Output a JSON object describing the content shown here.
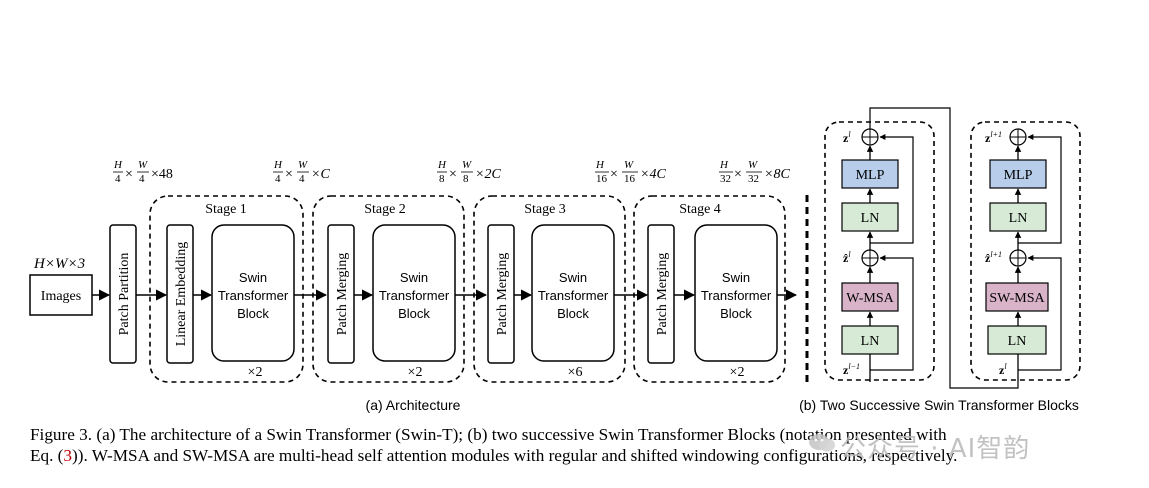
{
  "figure": {
    "dims": [
      {
        "h": "H",
        "w": "W",
        "d": "4",
        "tail": "×48"
      },
      {
        "h": "H",
        "w": "W",
        "d": "4",
        "tail": "×C"
      },
      {
        "h": "H",
        "w": "W",
        "d": "8",
        "tail": "×2C"
      },
      {
        "h": "H",
        "w": "W",
        "d": "16",
        "tail": "×4C"
      },
      {
        "h": "H",
        "w": "W",
        "d": "32",
        "tail": "×8C"
      }
    ],
    "input_dims": "H×W×3",
    "images_label": "Images",
    "patch_partition": "Patch Partition",
    "linear_embedding": "Linear Embedding",
    "patch_merging": "Patch Merging",
    "swin_block": [
      "Swin",
      "Transformer",
      "Block"
    ],
    "stages": [
      {
        "label": "Stage 1",
        "repeat": "×2"
      },
      {
        "label": "Stage 2",
        "repeat": "×2"
      },
      {
        "label": "Stage 3",
        "repeat": "×6"
      },
      {
        "label": "Stage 4",
        "repeat": "×2"
      }
    ],
    "sub_a": "(a) Architecture",
    "sub_b": "(b) Two Successive Swin Transformer Blocks",
    "block_left": {
      "mlp": "MLP",
      "ln": "LN",
      "msa": "W-MSA",
      "z_out": "z",
      "z_out_sup": "l",
      "z_mid": "ẑ",
      "z_mid_sup": "l",
      "z_in": "z",
      "z_in_sup": "l−1"
    },
    "block_right": {
      "mlp": "MLP",
      "ln": "LN",
      "msa": "SW-MSA",
      "z_out": "z",
      "z_out_sup": "l+1",
      "z_mid": "ẑ",
      "z_mid_sup": "l+1",
      "z_in": "z",
      "z_in_sup": "l"
    },
    "colors": {
      "mlp": "#b7cdea",
      "ln": "#d6ead6",
      "wmsa": "#d9b4c9",
      "swmsa": "#d9b4c9",
      "ref": "#c00000"
    }
  },
  "caption": {
    "part1": "Figure 3. (a) The architecture of a Swin Transformer (Swin-T); (b) two successive Swin Transformer Blocks (notation presented with",
    "part2": "Eq. (",
    "ref": "3",
    "part3": ")). W-MSA and SW-MSA are multi-head self attention modules with regular and shifted windowing configurations, respectively."
  },
  "watermark": "公众号 · AI智韵"
}
